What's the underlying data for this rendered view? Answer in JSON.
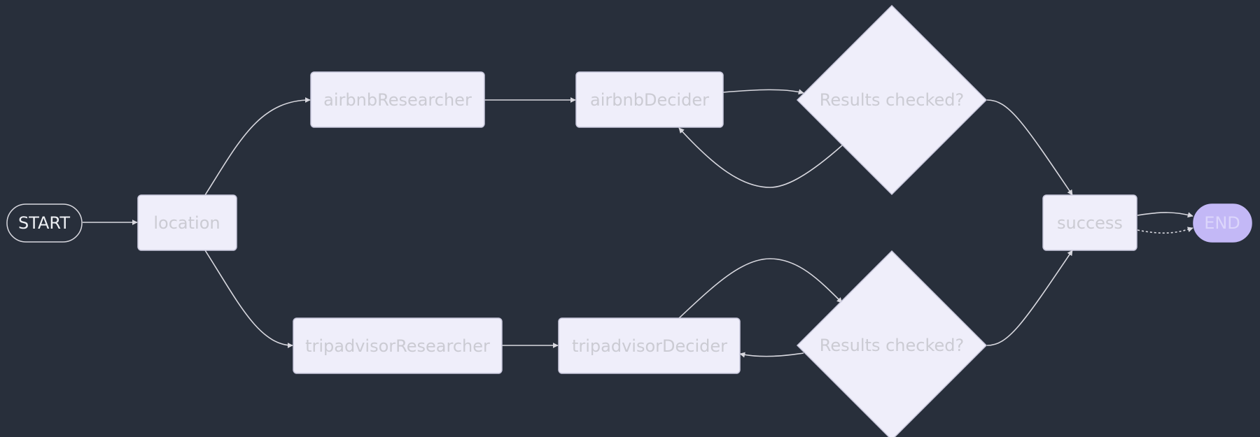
{
  "diagram": {
    "nodes": {
      "start": "START",
      "location": "location",
      "airbnb_researcher": "airbnbResearcher",
      "airbnb_decider": "airbnbDecider",
      "airbnb_check": "Results checked?",
      "tripadvisor_researcher": "tripadvisorResearcher",
      "tripadvisor_decider": "tripadvisorDecider",
      "tripadvisor_check": "Results checked?",
      "success": "success",
      "end": "END"
    },
    "edges": [
      {
        "from": "start",
        "to": "location",
        "style": "solid"
      },
      {
        "from": "location",
        "to": "airbnb_researcher",
        "style": "solid"
      },
      {
        "from": "location",
        "to": "tripadvisor_researcher",
        "style": "solid"
      },
      {
        "from": "airbnb_researcher",
        "to": "airbnb_decider",
        "style": "solid"
      },
      {
        "from": "airbnb_decider",
        "to": "airbnb_check",
        "style": "solid"
      },
      {
        "from": "airbnb_check",
        "to": "airbnb_decider",
        "style": "solid"
      },
      {
        "from": "airbnb_check",
        "to": "success",
        "style": "solid"
      },
      {
        "from": "tripadvisor_researcher",
        "to": "tripadvisor_decider",
        "style": "solid"
      },
      {
        "from": "tripadvisor_decider",
        "to": "tripadvisor_check",
        "style": "solid"
      },
      {
        "from": "tripadvisor_check",
        "to": "tripadvisor_decider",
        "style": "solid"
      },
      {
        "from": "tripadvisor_check",
        "to": "success",
        "style": "solid"
      },
      {
        "from": "success",
        "to": "end",
        "style": "solid"
      },
      {
        "from": "success",
        "to": "end",
        "style": "dotted"
      }
    ],
    "colors": {
      "background": "#282f3b",
      "node_fill": "#efeefa",
      "node_text": "#cbcbd3",
      "edge": "#d8d8df",
      "end_fill": "#c3b8f6"
    }
  }
}
